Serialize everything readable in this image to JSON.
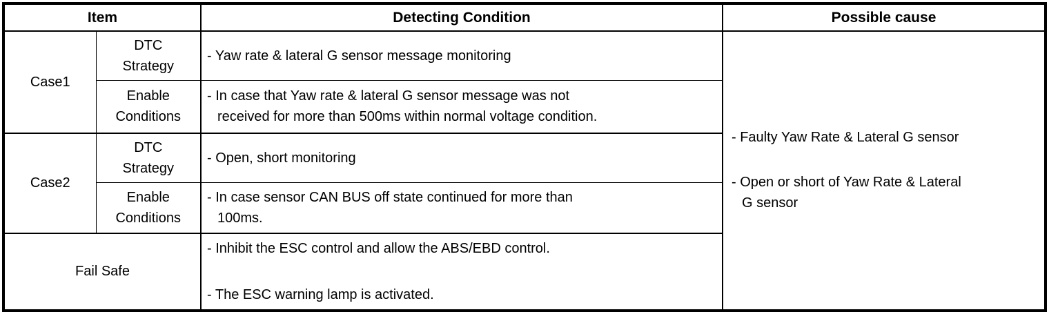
{
  "table": {
    "headers": {
      "item": "Item",
      "detecting_condition": "Detecting Condition",
      "possible_cause": "Possible cause"
    },
    "case1": {
      "label": "Case1",
      "dtc_strategy_label": "DTC\nStrategy",
      "dtc_strategy_text": "- Yaw rate & lateral G sensor message monitoring",
      "enable_conditions_label": "Enable\nConditions",
      "enable_conditions_text": "- In case that Yaw rate & lateral G sensor message was not\nreceived for more than 500ms within normal voltage condition."
    },
    "case2": {
      "label": "Case2",
      "dtc_strategy_label": "DTC\nStrategy",
      "dtc_strategy_text": "- Open, short monitoring",
      "enable_conditions_label": "Enable\nConditions",
      "enable_conditions_text": "- In case sensor CAN BUS off state continued for more than\n100ms."
    },
    "fail_safe": {
      "label": "Fail Safe",
      "bullets": [
        "- Inhibit the ESC control and allow the ABS/EBD control.",
        "- The ESC warning lamp is activated."
      ]
    },
    "possible_cause_bullets": [
      "- Faulty Yaw Rate & Lateral G sensor",
      "- Open or short of Yaw Rate & Lateral\nG sensor"
    ]
  }
}
